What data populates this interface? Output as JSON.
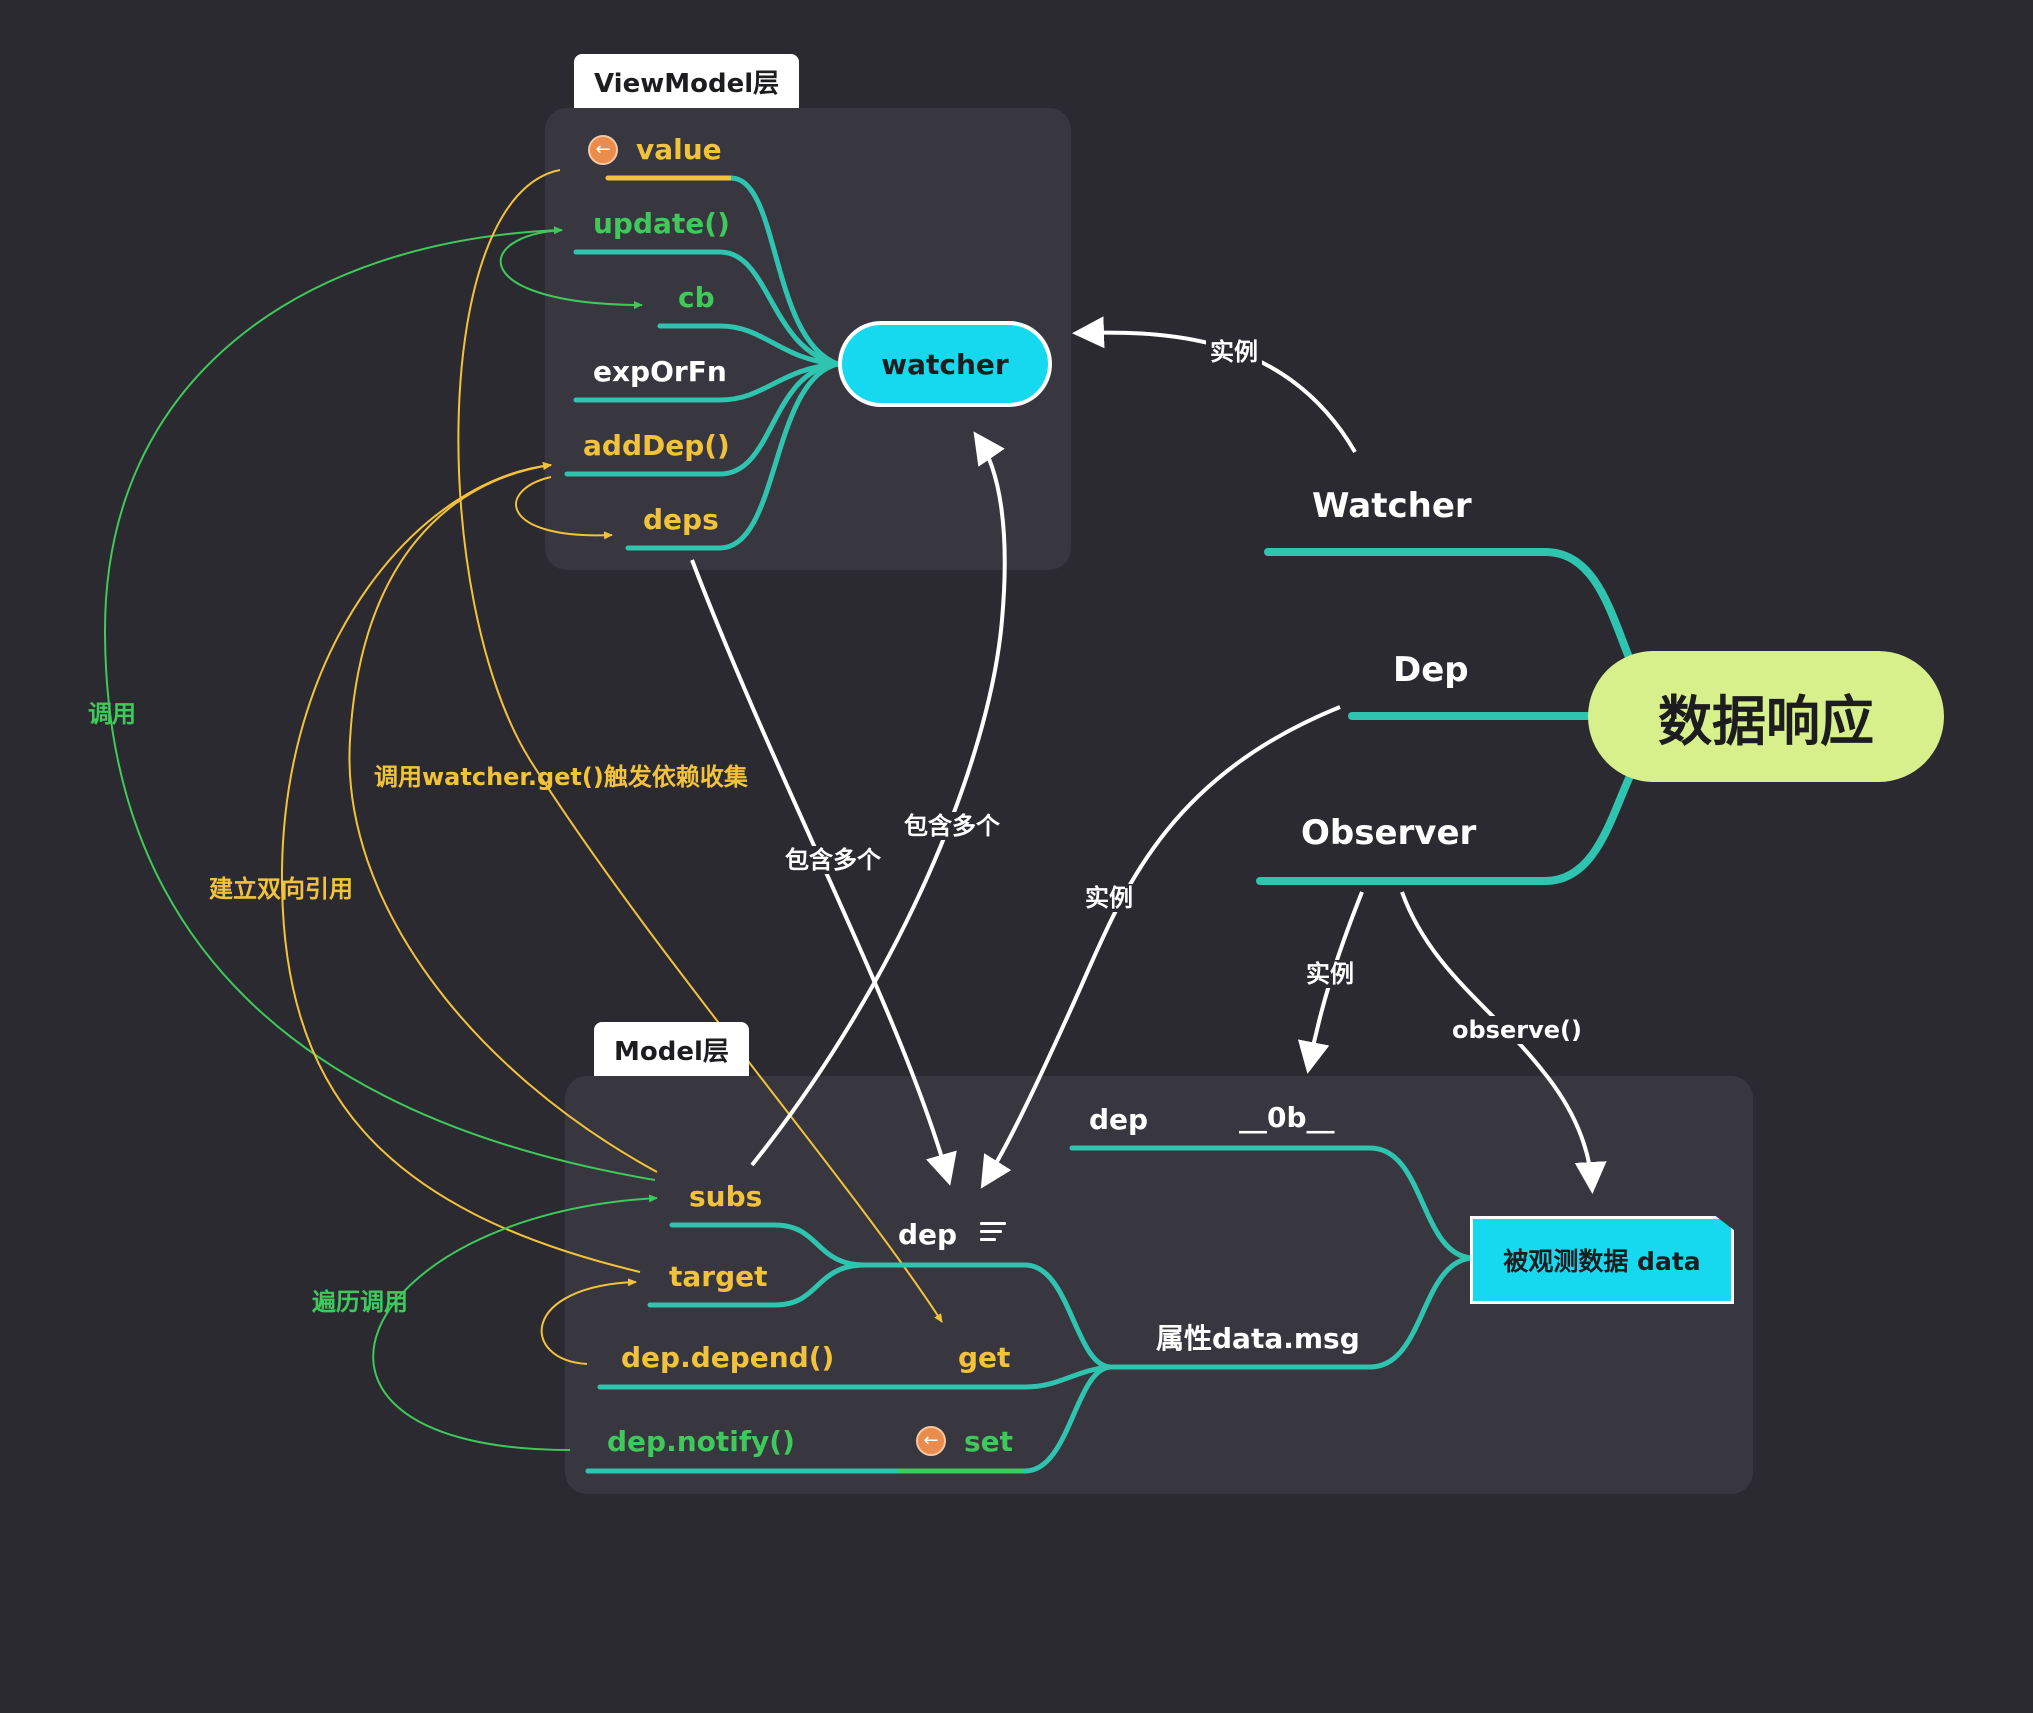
{
  "central_topic": "数据响应",
  "branches": {
    "watcher": "Watcher",
    "dep": "Dep",
    "observer": "Observer"
  },
  "viewmodel": {
    "tab": "ViewModel层",
    "node": "watcher",
    "items": {
      "value": "value",
      "update": "update()",
      "cb": "cb",
      "expOrFn": "expOrFn",
      "addDep": "addDep()",
      "deps": "deps"
    }
  },
  "model": {
    "tab": "Model层",
    "subs": "subs",
    "target": "target",
    "dep_node": "dep",
    "depend": "dep.depend()",
    "get": "get",
    "notify": "dep.notify()",
    "set": "set",
    "prop": "属性data.msg",
    "dep_key": "dep",
    "ob_key": "__0b__",
    "data_node": "被观测数据 data"
  },
  "arrow_labels": {
    "instance_watcher": "实例",
    "instance_dep": "实例",
    "instance_observer": "实例",
    "observe": "observe()",
    "contains_1": "包含多个",
    "contains_2": "包含多个"
  },
  "curve_labels": {
    "call": "调用",
    "call_get": "调用watcher.get()触发依赖收集",
    "two_way": "建立双向引用",
    "iterate": "遍历调用"
  },
  "icons": {
    "value_icon": "arrow-left-circle-icon",
    "set_icon": "arrow-left-circle-icon",
    "dep_icon": "menu-lines-icon"
  },
  "colors": {
    "background": "#2b2a31",
    "panel": "#38363e",
    "teal": "#2fc4b0",
    "cyan": "#16d8ee",
    "lime": "#d8f08c",
    "yellow": "#f2c33a",
    "green": "#3ec95a",
    "white": "#ffffff",
    "orange": "#e98c4c"
  }
}
